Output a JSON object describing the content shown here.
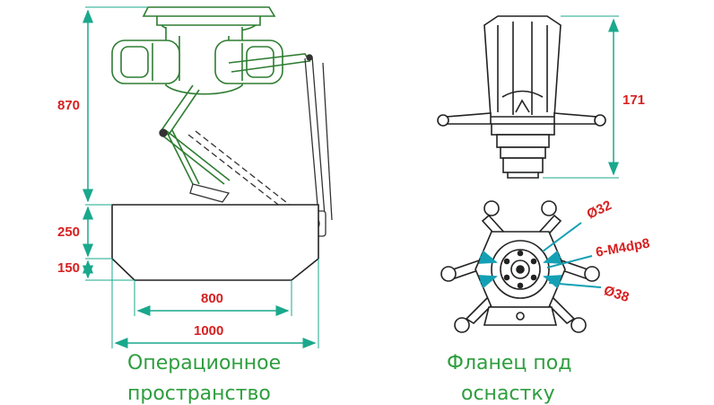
{
  "colors": {
    "dimension_text": "#d62020",
    "dimension_line": "#1aa88c",
    "caption": "#2e9e3e",
    "robot_line": "#2e7d32",
    "outline": "#222222",
    "arrow": "#14a0b4"
  },
  "workspace": {
    "dims": {
      "height_total": "870",
      "height_upper": "250",
      "height_lower": "150",
      "width_inner": "800",
      "width_outer": "1000"
    },
    "caption_line1": "Операционное",
    "caption_line2": "пространство"
  },
  "flange": {
    "dims": {
      "height": "171",
      "diameter_small": "Ø32",
      "thread": "6-M4dp8",
      "diameter_large": "Ø38"
    },
    "caption_line1": "Фланец под",
    "caption_line2": "оснастку"
  }
}
